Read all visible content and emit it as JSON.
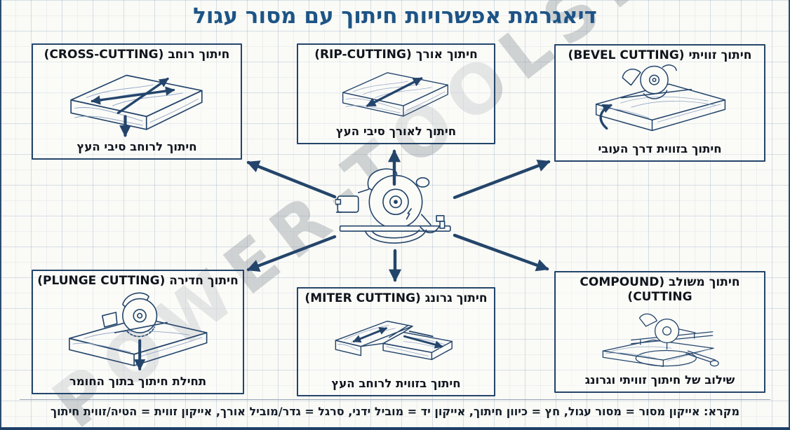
{
  "title": "דיאגרמת אפשרויות חיתוך עם מסור עגול",
  "watermark": "POWER-TOOLS.co.il",
  "colors": {
    "title_blue": "#1d5486",
    "line_navy": "#24456b",
    "text_dark": "#10151d"
  },
  "central_icon": "circular-saw-side-view",
  "boxes": [
    {
      "id": "cross",
      "title": "חיתוך רוחב (CROSS-CUTTING)",
      "caption": "חיתוך לרוחב סיבי העץ",
      "illustration": "wood-plank-with-cross-arrows"
    },
    {
      "id": "rip",
      "title": "חיתוך אורך (RIP-CUTTING)",
      "caption": "חיתוך לאורך סיבי העץ",
      "illustration": "wood-plank-with-lengthwise-arrow"
    },
    {
      "id": "bevel",
      "title": "חיתוך זוויתי (BEVEL CUTTING)",
      "caption": "חיתוך בזווית דרך העובי",
      "illustration": "circular-saw-on-board-with-tilt-arrow"
    },
    {
      "id": "plunge",
      "title": "חיתוך חדירה (PLUNGE CUTTING)",
      "caption": "תחילת חיתוך בתוך החומר",
      "illustration": "circular-saw-plunging-into-board"
    },
    {
      "id": "miter",
      "title": "חיתוך גרונג (MITER CUTTING)",
      "caption": "חיתוך בזווית לרוחב העץ",
      "illustration": "two-planks-miter-joint-with-arrows"
    },
    {
      "id": "compound",
      "title": "חיתוך משולב (COMPOUND CUTTING)",
      "caption": "שילוב של חיתוך זוויתי וגרונג",
      "illustration": "miter-saw-with-board"
    }
  ],
  "legend": "מקרא: אייקון מסור = מסור עגול,  חץ = כיוון חיתוך,  אייקון יד = מוביל ידני,  סרגל = גדר/מוביל אורך,  אייקון זווית = הטיה/זווית חיתוך"
}
